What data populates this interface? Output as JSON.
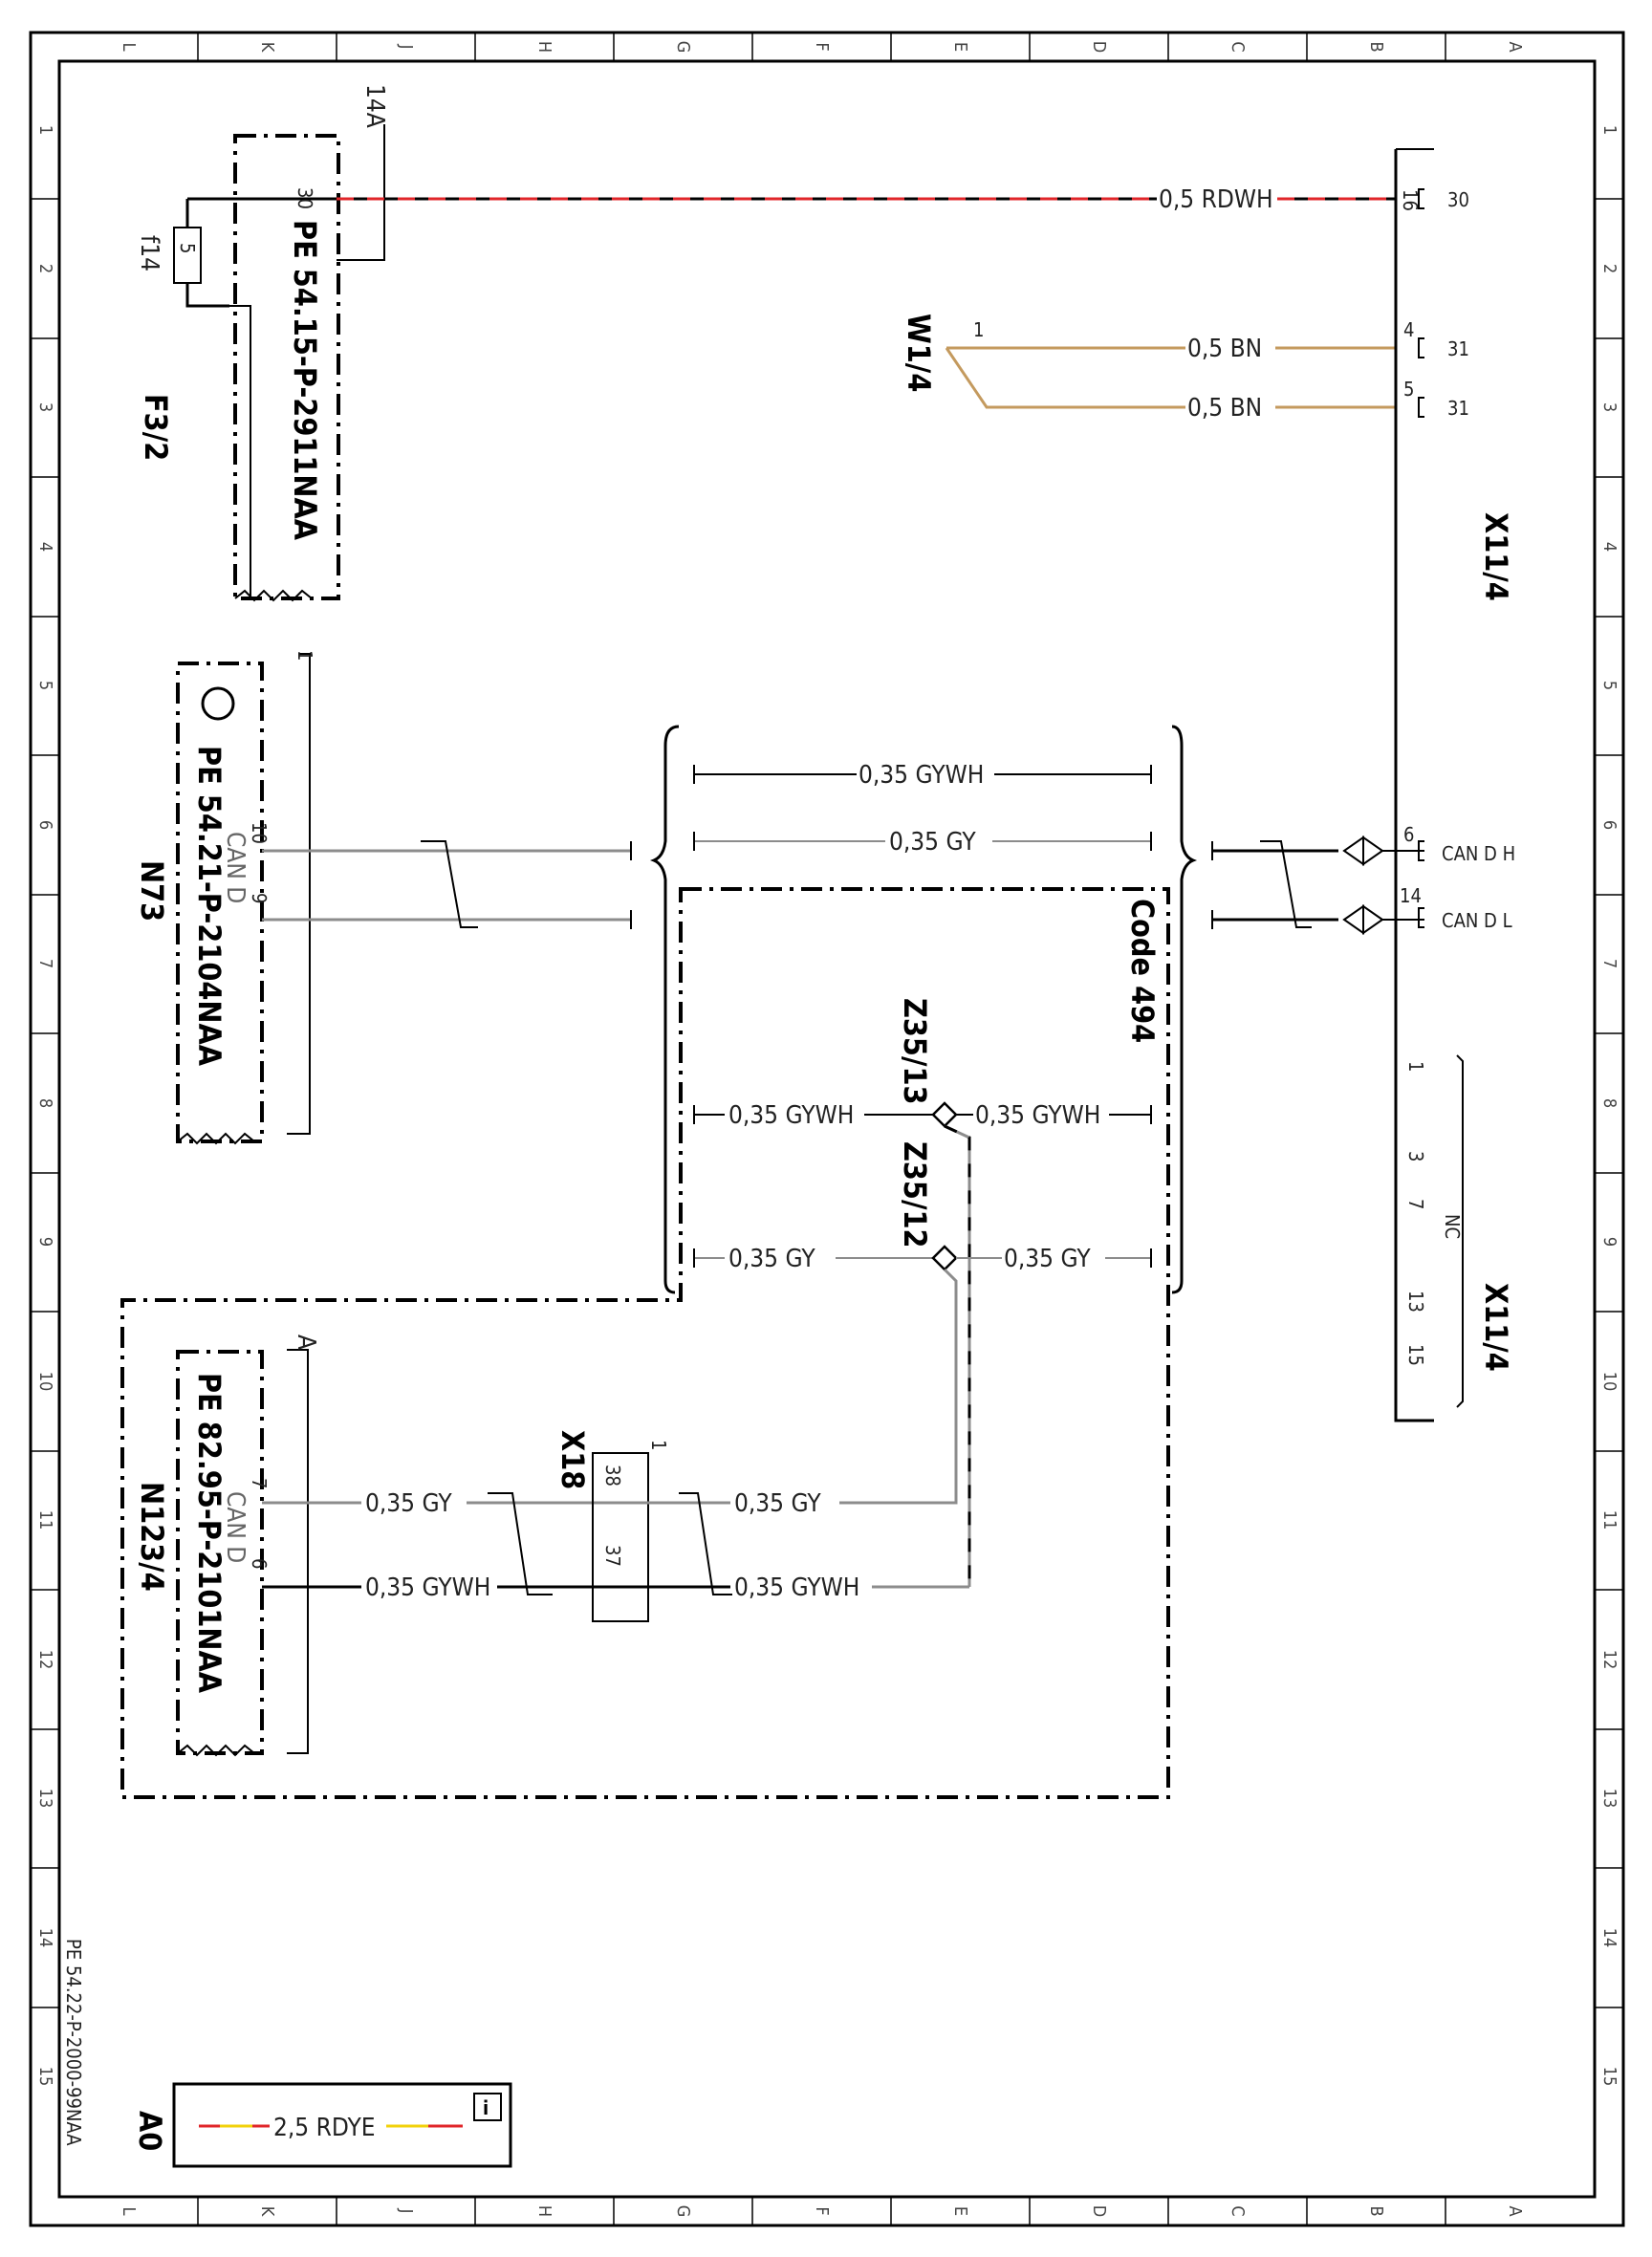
{
  "document": {
    "ref": "PE 54.22-P-2000-99NAA",
    "sheet_label": "A0",
    "legend_wire": "2,5 RDYE",
    "legend_colors": {
      "red": "#e0262a",
      "yellow": "#f2d20c"
    }
  },
  "grid": {
    "columns": [
      "L",
      "K",
      "J",
      "H",
      "G",
      "F",
      "E",
      "D",
      "C",
      "B",
      "A"
    ],
    "rows": [
      "1",
      "2",
      "3",
      "4",
      "5",
      "6",
      "7",
      "8",
      "9",
      "10",
      "11",
      "12",
      "13",
      "14",
      "15"
    ]
  },
  "components": {
    "fuse_box": {
      "id": "F3/2",
      "fuse": "f14",
      "fuse_value": "5",
      "connector": "14A",
      "pin": "30",
      "ref": "PE 54.15-P-2911NAA"
    },
    "n73": {
      "id": "N73",
      "ref": "PE 54.21-P-2104NAA",
      "connector": "1",
      "bus": "CAN D",
      "pin_h": "10",
      "pin_l": "9"
    },
    "n123": {
      "id": "N123/4",
      "ref": "PE 82.95-P-2101NAA",
      "connector": "A",
      "bus": "CAN D",
      "pin_a": "7",
      "pin_b": "6"
    },
    "x18": {
      "id": "X18",
      "connector": "1",
      "pin_a": "38",
      "pin_b": "37"
    },
    "w1": {
      "id": "W1/4",
      "pin": "1"
    },
    "z13": {
      "id": "Z35/13"
    },
    "z12": {
      "id": "Z35/12"
    },
    "code": {
      "text": "Code 494"
    },
    "x11": {
      "id": "X11/4",
      "id2": "X11/4",
      "nc": "NC",
      "pins": {
        "p16": "16",
        "p4": "4",
        "p5": "5",
        "p6": "6",
        "p14": "14",
        "p1": "1",
        "p3": "3",
        "p7": "7",
        "p13": "13",
        "p15": "15"
      },
      "signals": {
        "s30": "30",
        "s31a": "31",
        "s31b": "31",
        "canh": "CAN D H",
        "canl": "CAN D L"
      }
    }
  },
  "wires": {
    "rdwh": "0,5 RDWH",
    "bn1": "0,5 BN",
    "bn2": "0,5 BN",
    "gywh_top": "0,35 GYWH",
    "gy_top": "0,35 GY",
    "gywh_left": "0,35 GYWH",
    "gywh_right": "0,35 GYWH",
    "gy_left": "0,35 GY",
    "gy_right": "0,35 GY",
    "n123_gy": "0,35 GY",
    "n123_gywh": "0,35 GYWH",
    "x18_gy": "0,35 GY",
    "x18_gywh": "0,35 GYWH"
  },
  "colors": {
    "rdwh_red": "#e0262a",
    "brown": "#c49a5e",
    "gray": "#8c8c8c"
  }
}
